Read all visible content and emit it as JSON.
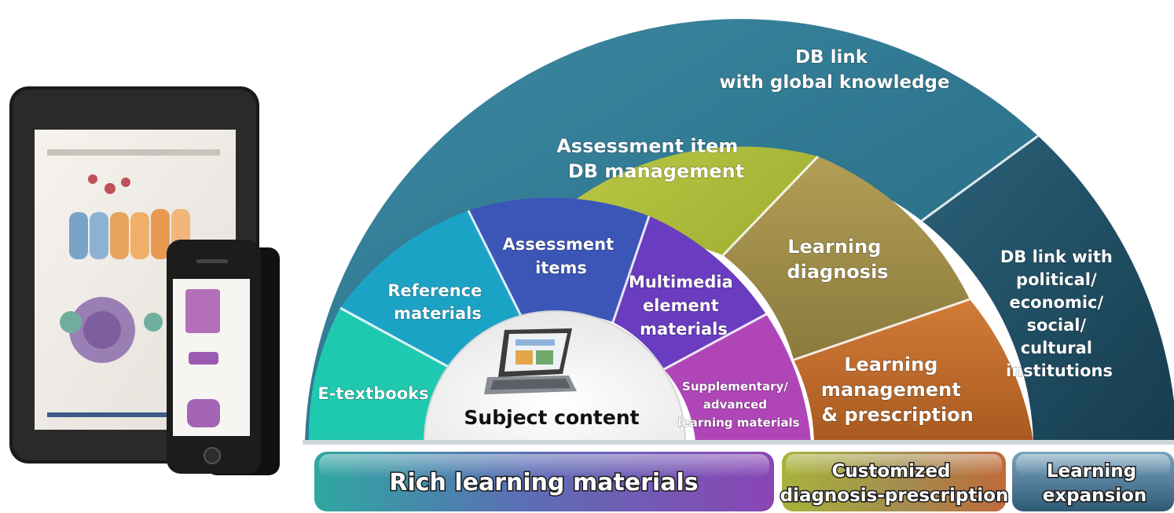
{
  "rings": {
    "outer_left": {
      "lines": [
        "DB link",
        "with global knowledge"
      ],
      "color": "#2f7a94"
    },
    "outer_right": {
      "lines": [
        "DB link with",
        "political/",
        "economic/",
        "social/",
        "cultural",
        "institutions"
      ],
      "color": "#1f4f66"
    },
    "middle_left": {
      "lines": [
        "Assessment item",
        "DB management"
      ],
      "color": "#a8b733"
    },
    "middle_upper": {
      "lines": [
        "Learning",
        "diagnosis"
      ],
      "color": "#a08c48"
    },
    "middle_lower": {
      "lines": [
        "Learning",
        "management",
        "& prescription"
      ],
      "color": "#c06a2c"
    },
    "inner": [
      {
        "lines": [
          "E-textbooks"
        ],
        "color": "#1fc9b0"
      },
      {
        "lines": [
          "Reference",
          "materials"
        ],
        "color": "#1ba3c6"
      },
      {
        "lines": [
          "Assessment",
          "items"
        ],
        "color": "#3c56b8"
      },
      {
        "lines": [
          "Multimedia",
          "element",
          "materials"
        ],
        "color": "#6a3cc0"
      },
      {
        "lines": [
          "Supplementary/",
          "advanced",
          "learning materials"
        ],
        "color": "#b045b8"
      }
    ],
    "center": {
      "label": "Subject content"
    }
  },
  "bands": [
    {
      "lines": [
        "Rich learning materials"
      ],
      "color": "#6f4fb0"
    },
    {
      "lines": [
        "Customized",
        "diagnosis-prescription"
      ],
      "color": "#a99a52"
    },
    {
      "lines": [
        "Learning",
        "expansion"
      ],
      "color": "#3f6f8c"
    }
  ]
}
